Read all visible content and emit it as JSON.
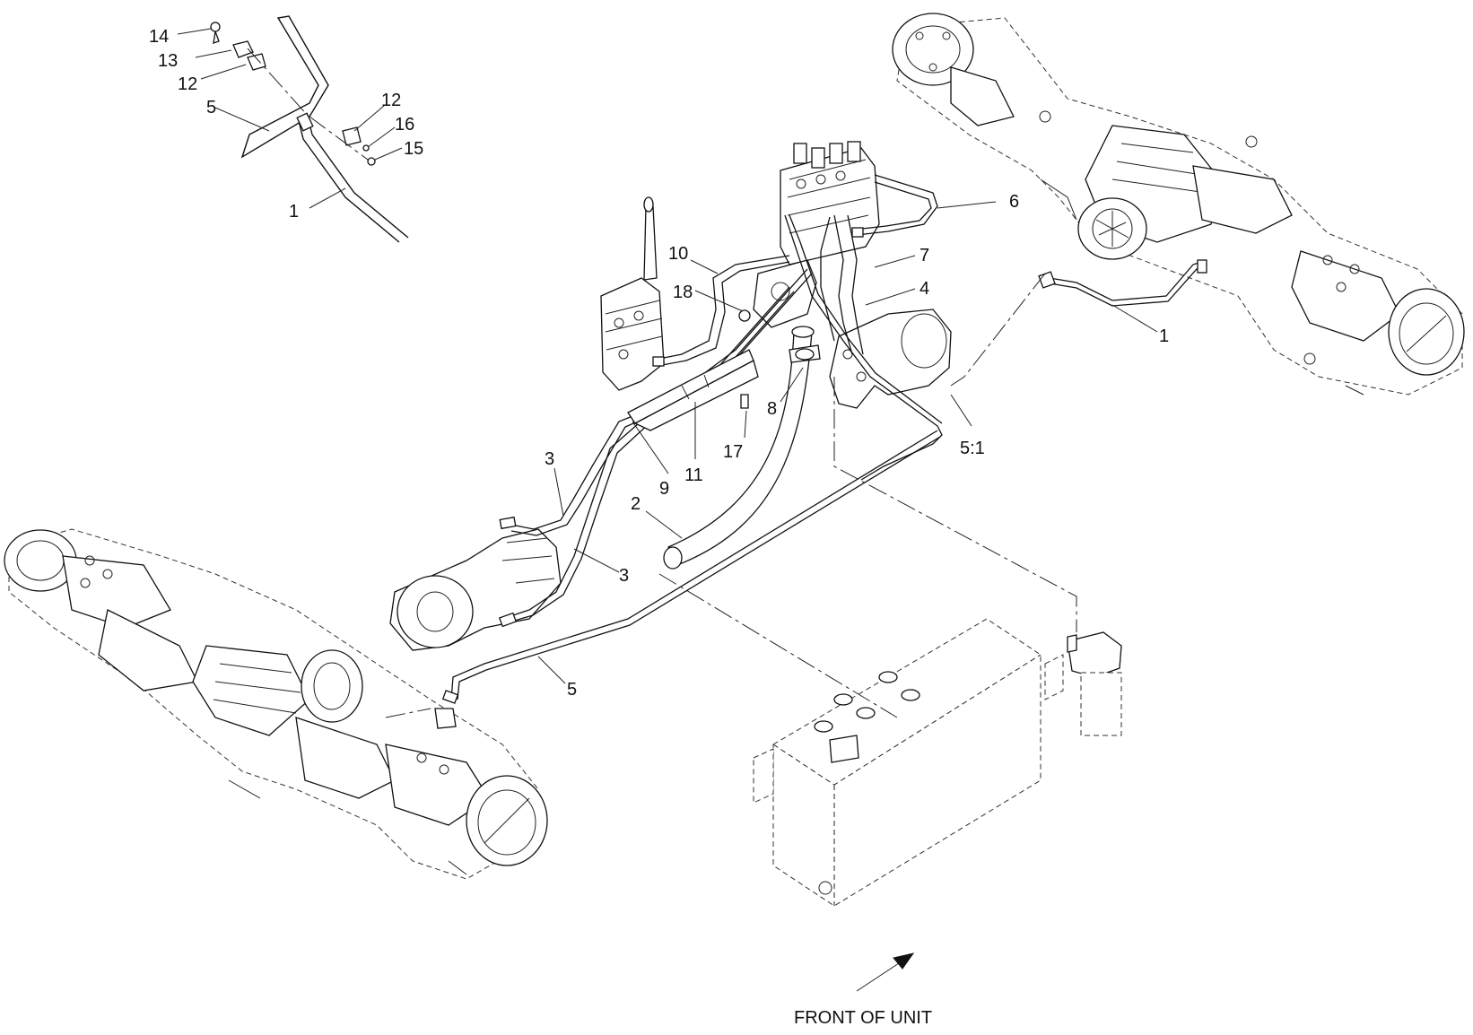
{
  "callouts": [
    {
      "id": "c-14a",
      "text": "14"
    },
    {
      "id": "c-13a",
      "text": "13"
    },
    {
      "id": "c-12a",
      "text": "12"
    },
    {
      "id": "c-5a",
      "text": "5"
    },
    {
      "id": "c-1a",
      "text": "1"
    },
    {
      "id": "c-12b",
      "text": "12"
    },
    {
      "id": "c-16",
      "text": "16"
    },
    {
      "id": "c-15",
      "text": "15"
    },
    {
      "id": "c-6",
      "text": "6"
    },
    {
      "id": "c-7",
      "text": "7"
    },
    {
      "id": "c-4",
      "text": "4"
    },
    {
      "id": "c-10",
      "text": "10"
    },
    {
      "id": "c-18",
      "text": "18"
    },
    {
      "id": "c-1b",
      "text": "1"
    },
    {
      "id": "c-8",
      "text": "8"
    },
    {
      "id": "c-17",
      "text": "17"
    },
    {
      "id": "c-51",
      "text": "5:1"
    },
    {
      "id": "c-9",
      "text": "9"
    },
    {
      "id": "c-11",
      "text": "11"
    },
    {
      "id": "c-3a",
      "text": "3"
    },
    {
      "id": "c-2",
      "text": "2"
    },
    {
      "id": "c-3b",
      "text": "3"
    },
    {
      "id": "c-5b",
      "text": "5"
    }
  ],
  "front_label": "FRONT OF UNIT"
}
